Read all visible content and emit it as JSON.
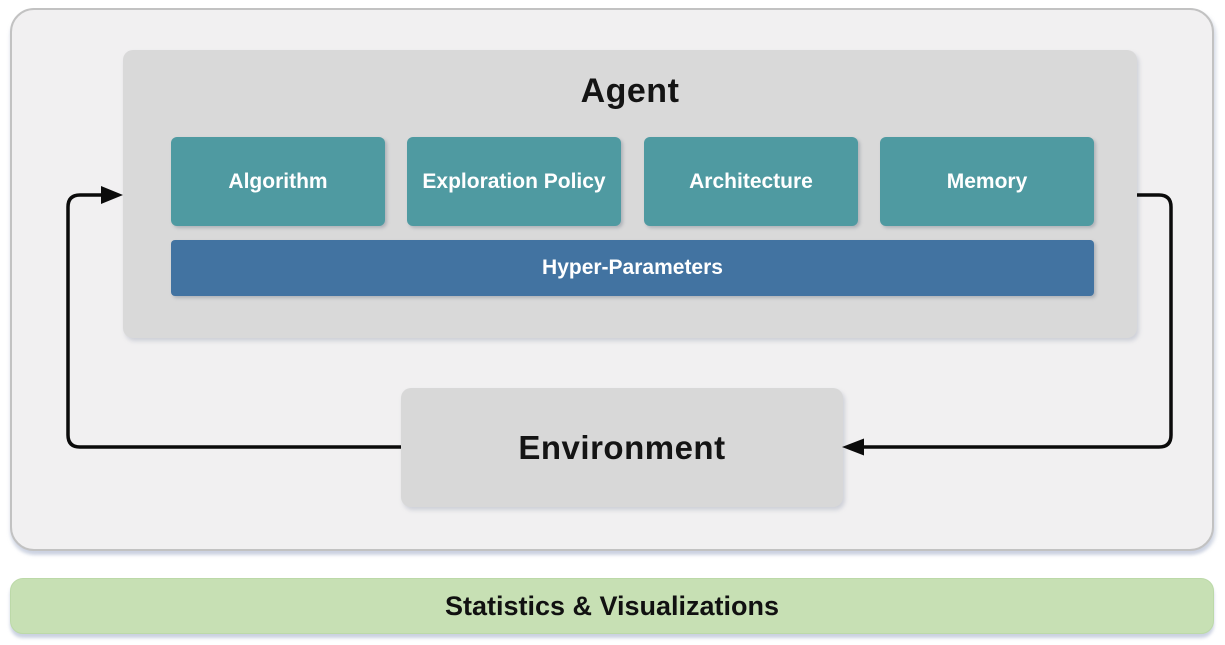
{
  "agent": {
    "title": "Agent",
    "modules": [
      "Algorithm",
      "Exploration Policy",
      "Architecture",
      "Memory"
    ],
    "hyper_parameters": "Hyper-Parameters"
  },
  "environment": {
    "label": "Environment"
  },
  "footer": {
    "label": "Statistics & Visualizations"
  },
  "colors": {
    "module_teal": "#4f9aa1",
    "hyper_parameters_blue": "#4273a1",
    "box_gray": "#d9d9d9",
    "container_bg": "#f1f0f1",
    "container_border": "#c2c2c2",
    "footer_green": "#c7e0b4",
    "arrow_black": "#0b0b0b"
  }
}
